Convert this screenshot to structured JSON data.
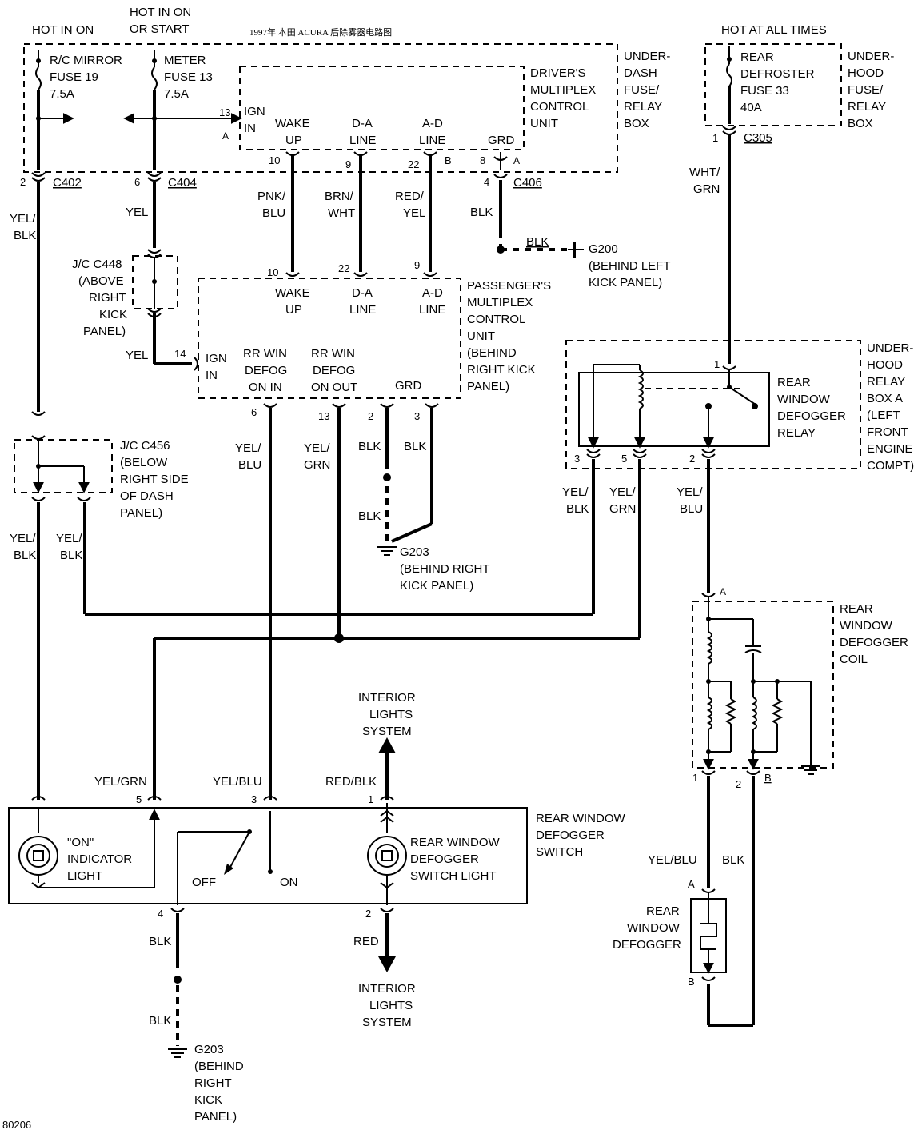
{
  "title": "1997年 本田 ACURA 后除雾器电路图",
  "figure_id": "80206",
  "power": {
    "hot_in_on": "HOT IN ON",
    "hot_in_on_or_start": [
      "HOT IN ON",
      "OR START"
    ],
    "hot_at_all_times": "HOT AT ALL TIMES"
  },
  "fuses": {
    "mirror": [
      "R/C MIRROR",
      "FUSE 19",
      "7.5A"
    ],
    "meter": [
      "METER",
      "FUSE 13",
      "7.5A"
    ],
    "defroster": [
      "REAR",
      "DEFROSTER",
      "FUSE 33",
      "40A"
    ]
  },
  "boxes": {
    "under_dash": [
      "UNDER-",
      "DASH",
      "FUSE/",
      "RELAY",
      "BOX"
    ],
    "under_hood_fuse": [
      "UNDER-",
      "HOOD",
      "FUSE/",
      "RELAY",
      "BOX"
    ],
    "driver_mcu": [
      "DRIVER'S",
      "MULTIPLEX",
      "CONTROL",
      "UNIT"
    ],
    "passenger_mcu": [
      "PASSENGER'S",
      "MULTIPLEX",
      "CONTROL",
      "UNIT",
      "(BEHIND",
      "RIGHT KICK",
      "PANEL)"
    ],
    "relay_box": [
      "UNDER-",
      "HOOD",
      "RELAY",
      "BOX A",
      "(LEFT",
      "FRONT",
      "ENGINE",
      "COMPT)"
    ],
    "relay": [
      "REAR",
      "WINDOW",
      "DEFOGGER",
      "RELAY"
    ],
    "coil": [
      "REAR",
      "WINDOW",
      "DEFOGGER",
      "COIL"
    ],
    "defogger": [
      "REAR",
      "WINDOW",
      "DEFOGGER"
    ],
    "switch": [
      "REAR WINDOW",
      "DEFOGGER",
      "SWITCH"
    ]
  },
  "driver_pins": {
    "ign": [
      "IGN",
      "IN"
    ],
    "wake": [
      "WAKE",
      "UP"
    ],
    "da": [
      "D-A",
      "LINE"
    ],
    "ad": [
      "A-D",
      "LINE"
    ],
    "grd": "GRD",
    "n13": "13",
    "n10": "10",
    "n9": "9",
    "n22": "22",
    "n8": "8",
    "mark_a": "A",
    "mark_b": "B"
  },
  "passenger_pins": {
    "ign": [
      "IGN",
      "IN"
    ],
    "wake": [
      "WAKE",
      "UP"
    ],
    "da": [
      "D-A",
      "LINE"
    ],
    "ad": [
      "A-D",
      "LINE"
    ],
    "rr_in": [
      "RR WIN",
      "DEFOG",
      "ON IN"
    ],
    "rr_out": [
      "RR WIN",
      "DEFOG",
      "ON OUT"
    ],
    "grd": "GRD",
    "n10": "10",
    "n22": "22",
    "n9": "9",
    "n14": "14",
    "n6": "6",
    "n13": "13",
    "n2": "2",
    "n3": "3"
  },
  "connectors": {
    "c402": "C402",
    "c404": "C404",
    "c406": "C406",
    "c305": "C305",
    "n2": "2",
    "n6": "6",
    "n4": "4",
    "n1": "1",
    "mark_a": "A"
  },
  "junctions": {
    "jc448": [
      "J/C C448",
      "(ABOVE",
      "RIGHT",
      "KICK",
      "PANEL)"
    ],
    "jc456": [
      "J/C C456",
      "(BELOW",
      "RIGHT SIDE",
      "OF DASH",
      "PANEL)"
    ]
  },
  "grounds": {
    "g200": [
      "G200",
      "(BEHIND LEFT",
      "KICK PANEL)"
    ],
    "g203a": [
      "G203",
      "(BEHIND RIGHT",
      "KICK PANEL)"
    ],
    "g203b": [
      "G203",
      "(BEHIND",
      "RIGHT",
      "KICK",
      "PANEL)"
    ]
  },
  "wires": {
    "yel_blk": [
      "YEL/",
      "BLK"
    ],
    "yel": "YEL",
    "pnk_blu": [
      "PNK/",
      "BLU"
    ],
    "brn_wht": [
      "BRN/",
      "WHT"
    ],
    "red_yel": [
      "RED/",
      "YEL"
    ],
    "blk": "BLK",
    "wht_grn": [
      "WHT/",
      "GRN"
    ],
    "yel_blu2": [
      "YEL/",
      "BLU"
    ],
    "yel_grn2": [
      "YEL/",
      "GRN"
    ],
    "yel_grn": "YEL/GRN",
    "yel_blu": "YEL/BLU",
    "red_blk": "RED/BLK",
    "red": "RED"
  },
  "relay_pins": {
    "n1": "1",
    "n3": "3",
    "n5": "5",
    "n2": "2"
  },
  "coil_pins": {
    "a": "A",
    "n1": "1",
    "n2": "2",
    "b": "B"
  },
  "defogger_pins": {
    "a": "A",
    "b": "B"
  },
  "interior": [
    "INTERIOR",
    "LIGHTS",
    "SYSTEM"
  ],
  "switch_parts": {
    "indicator": [
      "\"ON\"",
      "INDICATOR",
      "LIGHT"
    ],
    "light": [
      "REAR WINDOW",
      "DEFOGGER",
      "SWITCH LIGHT"
    ],
    "off": "OFF",
    "on": "ON",
    "n5": "5",
    "n3": "3",
    "n1": "1",
    "n4": "4",
    "n2": "2"
  }
}
